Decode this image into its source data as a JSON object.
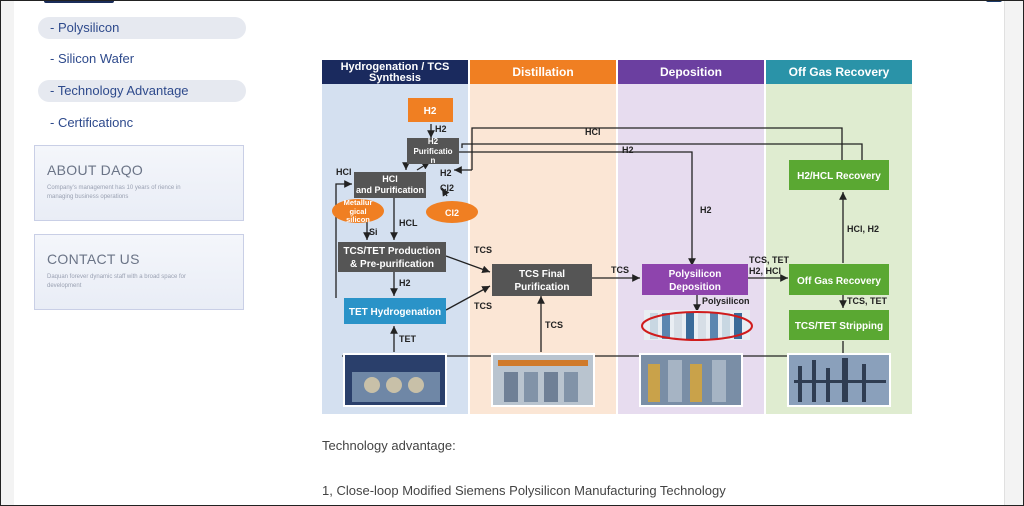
{
  "sidebar": {
    "items": [
      {
        "label": "-  Polysilicon",
        "active": true
      },
      {
        "label": "-  Silicon Wafer",
        "active": false
      },
      {
        "label": "-  Technology Advantage",
        "active": true
      },
      {
        "label": "-  Certificationc",
        "active": false
      }
    ],
    "cards": [
      {
        "title": "ABOUT DAQO",
        "desc": "Company's management has 10 years of rience in managing business operations"
      },
      {
        "title": "CONTACT US",
        "desc": "Daquan forever dynamic staff with a broad space for development"
      }
    ]
  },
  "diagram": {
    "columns": [
      {
        "header": "Hydrogenation / TCS",
        "header2": "Synthesis",
        "color": "#1a2a5e",
        "bg": "#d4e0f0"
      },
      {
        "header": "Distillation",
        "color": "#f07f22",
        "bg": "#fbe6d5"
      },
      {
        "header": "Deposition",
        "color": "#6b3fa0",
        "bg": "#e7dcef"
      },
      {
        "header": "Off Gas Recovery",
        "color": "#2a93a8",
        "bg": "#dfecd0"
      }
    ],
    "nodes": {
      "h2": "H2",
      "h2_purification": [
        "H2",
        "Purificatio",
        "n"
      ],
      "hcl_purification": [
        "HCl",
        "and Purification"
      ],
      "metallurgical": [
        "Metallur",
        "gical",
        "silicon"
      ],
      "cl2_node": "Cl2",
      "tcs_tet_production": [
        "TCS/TET Production",
        "& Pre-purification"
      ],
      "tet_hydrogenation": "TET Hydrogenation",
      "tcs_final": [
        "TCS Final",
        "Purification"
      ],
      "polysilicon_deposition": [
        "Polysilicon",
        "Deposition"
      ],
      "h2_hcl_recovery": "H2/HCL Recovery",
      "off_gas_recovery": "Off Gas Recovery",
      "tcs_tet_stripping": "TCS/TET Stripping"
    },
    "labels": {
      "h2_a": "H2",
      "hcl_top": "HCl",
      "h2_top": "H2",
      "h2_b": "H2",
      "cl2": "Cl2",
      "hcl_left": "HCl",
      "si": "Si",
      "hcl_c": "HCL",
      "h2_c": "H2",
      "tcs_a": "TCS",
      "tcs_b": "TCS",
      "tcs_c": "TCS",
      "tcs_d": "TCS",
      "h2_dep": "H2",
      "tet": "TET",
      "tcs_tet_h2_hcl": [
        "TCS, TET",
        "H2, HCl"
      ],
      "polysilicon": "Polysilicon",
      "hcl_h2": "HCl, H2",
      "tcs_tet": "TCS, TET"
    }
  },
  "content": {
    "caption": "Technology advantage:",
    "para1": "1, Close-loop Modified Siemens Polysilicon Manufacturing Technology"
  }
}
